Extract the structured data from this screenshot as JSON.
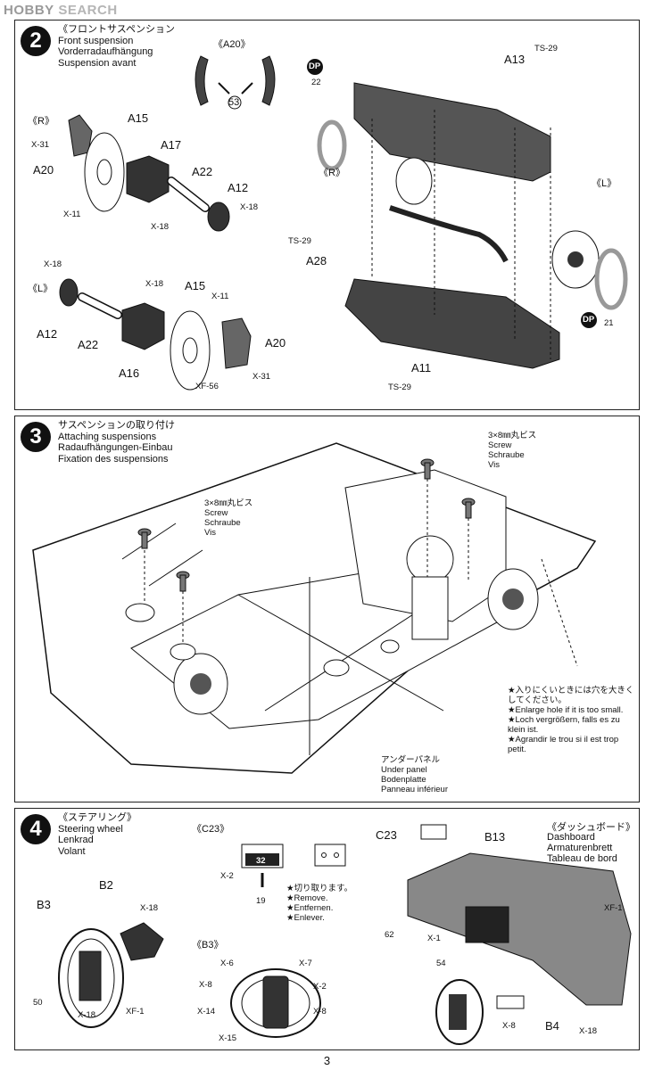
{
  "watermark": {
    "brand": "HOBBY",
    "word": "SEARCH"
  },
  "step2": {
    "number": "2",
    "title_jp": "《フロントサスペンション",
    "title_en": "Front suspension",
    "title_de": "Vorderradaufhängung",
    "title_fr": "Suspension avant",
    "sub_a20": "《A20》",
    "sub_r": "《R》",
    "sub_l": "《L》",
    "sub_r2": "《R》",
    "sub_l2": "《L》",
    "labels": {
      "a15": "A15",
      "a17": "A17",
      "a22": "A22",
      "a12": "A12",
      "a20": "A20",
      "x31": "X-31",
      "x11": "X-11",
      "x18": "X-18",
      "a12b": "A12",
      "a22b": "A22",
      "a16": "A16",
      "a15b": "A15",
      "a20b": "A20",
      "x18b": "X-18",
      "x18c": "X-18",
      "x11b": "X-11",
      "xf56": "XF-56",
      "x31b": "X-31",
      "x18d": "X-18",
      "a13": "A13",
      "ts29a": "TS-29",
      "a28": "A28",
      "ts29b": "TS-29",
      "a11": "A11",
      "ts29c": "TS-29",
      "n53": "53",
      "n22": "22",
      "n21": "21",
      "dp": "DP",
      "dp2": "DP"
    }
  },
  "step3": {
    "number": "3",
    "title_jp": "サスペンションの取り付け",
    "title_en": "Attaching suspensions",
    "title_de": "Radaufhängungen-Einbau",
    "title_fr": "Fixation des suspensions",
    "screw1": {
      "jp": "3×8㎜丸ビス",
      "en": "Screw",
      "de": "Schraube",
      "fr": "Vis"
    },
    "screw2": {
      "jp": "3×8㎜丸ビス",
      "en": "Screw",
      "de": "Schraube",
      "fr": "Vis"
    },
    "enlarge": {
      "jp1": "★入りにくいときには穴を大きく",
      "jp2": "してください。",
      "en": "★Enlarge hole if it is too small.",
      "de1": "★Loch vergrößern, falls es zu",
      "de2": "klein ist.",
      "fr1": "★Agrandir le trou si il est trop",
      "fr2": "petit."
    },
    "under": {
      "jp": "アンダーパネル",
      "en": "Under panel",
      "de": "Bodenplatte",
      "fr": "Panneau inférieur"
    }
  },
  "step4": {
    "number": "4",
    "title_jp": "《ステアリング》",
    "title_en": "Steering wheel",
    "title_de": "Lenkrad",
    "title_fr": "Volant",
    "sub_c23": "《C23》",
    "sub_b3": "《B3》",
    "dash_jp": "《ダッシュボード》",
    "dash_en": "Dashboard",
    "dash_de": "Armaturenbrett",
    "dash_fr": "Tableau de bord",
    "remove": {
      "jp": "★切り取ります。",
      "en": "★Remove.",
      "de": "★Entfernen.",
      "fr": "★Enlever."
    },
    "decal_num": "32",
    "labels": {
      "b3": "B3",
      "b2": "B2",
      "x18": "X-18",
      "n50": "50",
      "x18b": "X-18",
      "xf1": "XF-1",
      "x2": "X-2",
      "n19": "19",
      "x6": "X-6",
      "x7": "X-7",
      "x8": "X-8",
      "x2b": "X-2",
      "x14": "X-14",
      "x8b": "X-8",
      "x15": "X-15",
      "c23": "C23",
      "b13": "B13",
      "n62": "62",
      "x1": "X-1",
      "n54": "54",
      "xf1b": "XF-1",
      "x8c": "X-8",
      "b4": "B4",
      "x18c": "X-18"
    }
  },
  "page_number": "3"
}
